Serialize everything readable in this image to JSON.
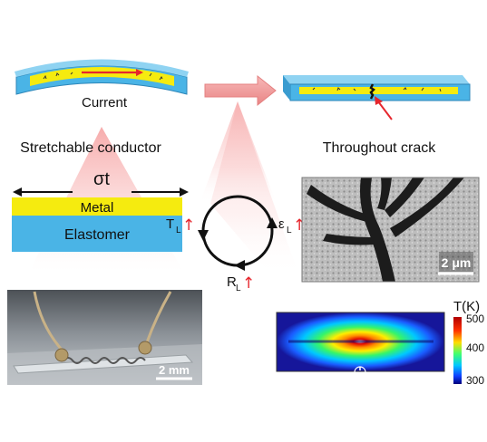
{
  "labels": {
    "current": "Current",
    "stretchable_conductor": "Stretchable conductor",
    "throughout_crack": "Throughout crack",
    "stress": "σt",
    "metal": "Metal",
    "elastomer": "Elastomer",
    "temperature_sym": "T",
    "strain_sym": "ε",
    "resistance_sym": "R",
    "subscript_l": "L",
    "up_arrow": "↑",
    "scale_sem": "2 μm",
    "scale_photo": "2 mm",
    "heatmap_unit": "T(K)",
    "colorbar_ticks": [
      "500",
      "400",
      "300"
    ]
  },
  "colors": {
    "substrate": "#4ab4e6",
    "metal": "#f5eb0f",
    "arrow_red": "#e6262d",
    "arrow_pink": "#f29a9a",
    "ink": "#111111"
  },
  "icons": {
    "flow_arrow": "arrow-right-icon",
    "cycle": "feedback-loop-icon"
  }
}
